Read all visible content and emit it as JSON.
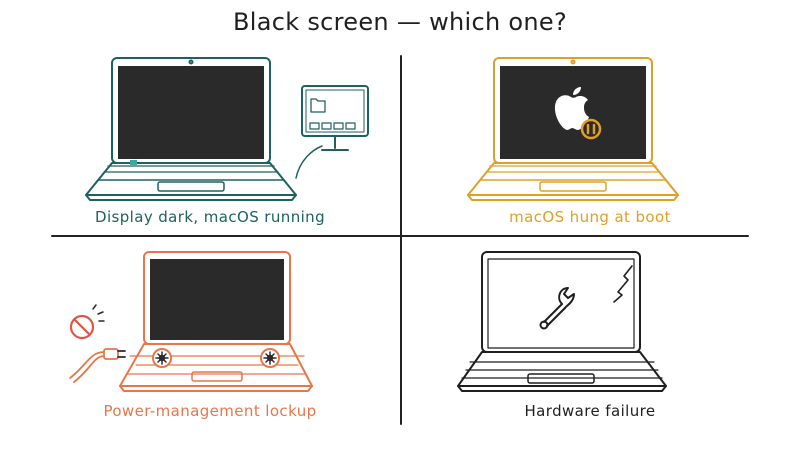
{
  "title": "Black screen — which one?",
  "colors": {
    "teal": "#1e6260",
    "amber": "#e0a025",
    "orange": "#e9764a",
    "ink": "#1f1f1f",
    "screen": "#2a2a2a",
    "no_sign": "#e05545"
  },
  "panels": [
    {
      "label": "Display dark, macOS running",
      "icon": "external-monitor-icon"
    },
    {
      "label": "macOS hung at boot",
      "icon": "apple-pause-icon"
    },
    {
      "label": "Power-management lockup",
      "icon": "fan-unplugged-icon"
    },
    {
      "label": "Hardware failure",
      "icon": "wrench-cracked-screen-icon"
    }
  ]
}
